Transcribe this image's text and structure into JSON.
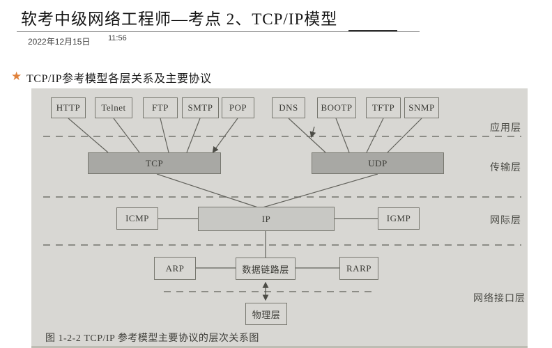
{
  "page": {
    "title": "软考中级网络工程师—考点 2、TCP/IP模型",
    "date": "2022年12月15日",
    "time": "11:56",
    "topic": "TCP/IP参考模型各层关系及主要协议"
  },
  "diagram": {
    "caption": "图 1-2-2  TCP/IP 参考模型主要协议的层次关系图",
    "layer_labels": [
      "应用层",
      "传输层",
      "网际层",
      "网络接口层"
    ],
    "app_protocols": [
      "HTTP",
      "Telnet",
      "FTP",
      "SMTP",
      "POP",
      "DNS",
      "BOOTP",
      "TFTP",
      "SNMP"
    ],
    "transport_protocols": [
      "TCP",
      "UDP"
    ],
    "internet_protocols": [
      "ICMP",
      "IP",
      "IGMP"
    ],
    "link_protocols": [
      "ARP",
      "数据链路层",
      "RARP"
    ],
    "physical_layer": "物理层",
    "edges": {
      "to_tcp": [
        "HTTP",
        "Telnet",
        "FTP",
        "SMTP",
        "POP"
      ],
      "to_udp": [
        "DNS",
        "BOOTP",
        "TFTP",
        "SNMP"
      ],
      "ip_links": [
        "ICMP",
        "IGMP",
        "TCP",
        "UDP",
        "数据链路层"
      ],
      "link_layer_links": [
        "ARP",
        "RARP"
      ],
      "physical_link": "数据链路层 ↕ 物理层"
    },
    "colors": {
      "paper": "#d8d7d3",
      "transport_box_fill": "#a8a8a4",
      "ip_box_fill": "#c8c8c4",
      "line": "#62625c",
      "star_accent": "#e0813a"
    }
  }
}
